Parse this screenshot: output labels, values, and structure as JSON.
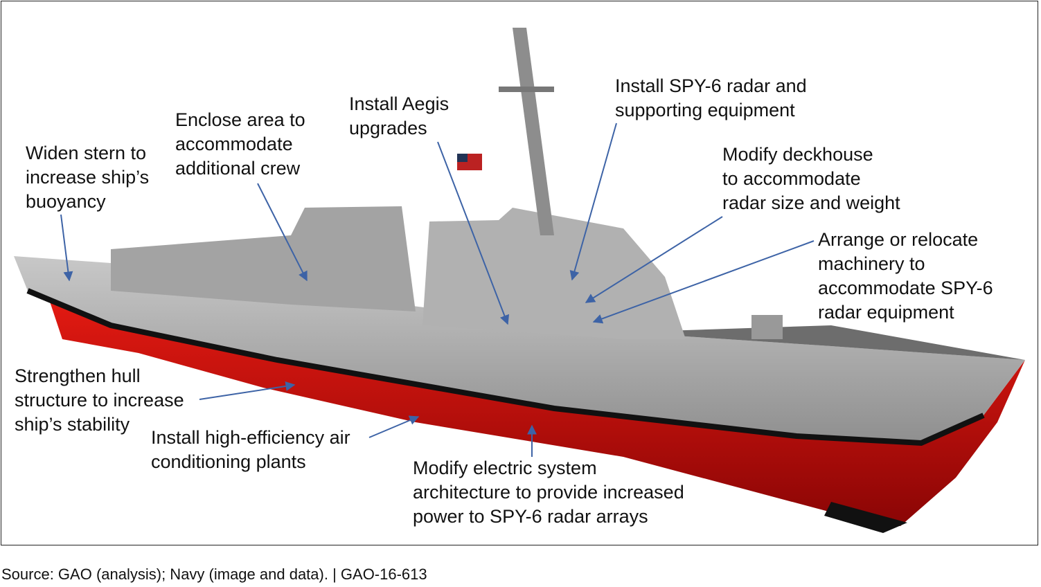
{
  "annotations": [
    {
      "id": "widen-stern",
      "text": "Widen stern to\nincrease ship’s\nbuoyancy"
    },
    {
      "id": "enclose-area",
      "text": "Enclose area to\naccommodate\nadditional crew"
    },
    {
      "id": "aegis",
      "text": "Install Aegis\nupgrades"
    },
    {
      "id": "spy6-radar",
      "text": "Install SPY-6 radar and\nsupporting equipment"
    },
    {
      "id": "deckhouse",
      "text": "Modify deckhouse\nto accommodate\nradar size and weight"
    },
    {
      "id": "machinery",
      "text": "Arrange or relocate\nmachinery to\naccommodate SPY-6\nradar equipment"
    },
    {
      "id": "hull",
      "text": "Strengthen hull\nstructure to increase\nship’s stability"
    },
    {
      "id": "air-conditioning",
      "text": "Install high-efficiency air\nconditioning plants"
    },
    {
      "id": "electric",
      "text": "Modify electric system\narchitecture to provide increased\npower to SPY-6 radar arrays"
    }
  ],
  "footer": "Source: GAO (analysis); Navy (image and data).  |  GAO-16-613",
  "colors": {
    "arrow": "#3d63a6",
    "hull": "#d41010",
    "superstructure": "#a9a9a9"
  }
}
